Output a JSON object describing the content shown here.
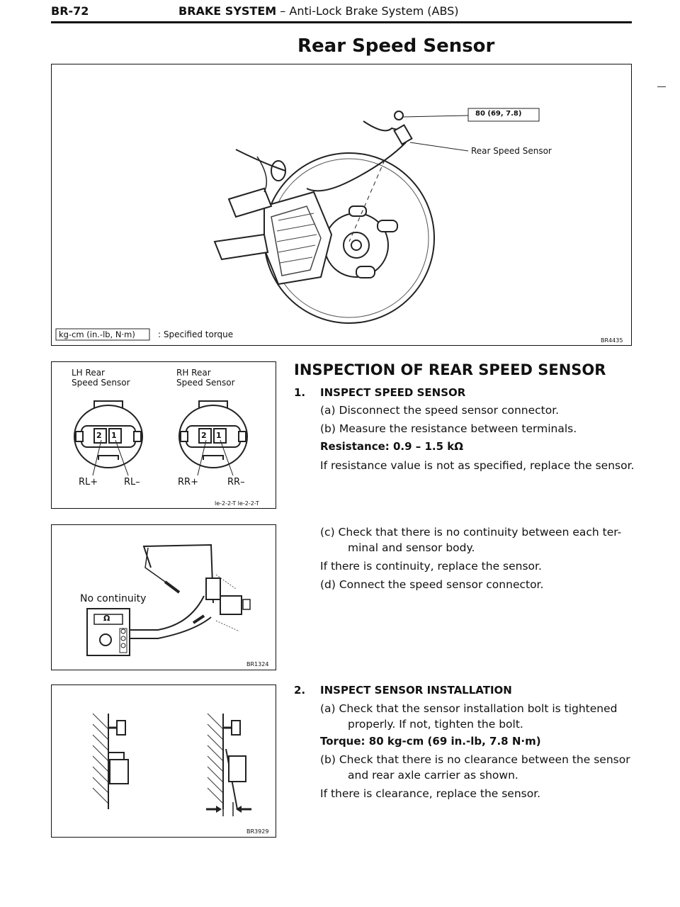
{
  "header": {
    "page_code": "BR-72",
    "section": "BRAKE SYSTEM",
    "subsection": "– Anti-Lock Brake System (ABS)"
  },
  "page_title": "Rear Speed Sensor",
  "figure_top": {
    "torque_label": "80 (69, 7.8)",
    "part_label": "Rear Speed Sensor",
    "legend_box": "kg-cm (in.-lb, N·m)",
    "legend_text": ": Specified torque",
    "code": "BR4435"
  },
  "figure_connectors": {
    "lh_title": "LH Rear\nSpeed Sensor",
    "rh_title": "RH Rear\nSpeed Sensor",
    "pin_2": "2",
    "pin_1": "1",
    "lh_plus": "RL+",
    "lh_minus": "RL–",
    "rh_plus": "RR+",
    "rh_minus": "RR–",
    "code": "le-2-2-T le-2-2-T"
  },
  "figure_continuity": {
    "label": "No continuity",
    "meter_symbol": "Ω",
    "code": "BR1324"
  },
  "figure_install": {
    "code": "BR3929"
  },
  "inspection": {
    "heading": "INSPECTION OF REAR SPEED SENSOR",
    "step1": {
      "num": "1.",
      "title": "INSPECT SPEED SENSOR"
    },
    "a": "(a)  Disconnect the speed sensor connector.",
    "b": "(b)  Measure the resistance between terminals.",
    "resistance": "Resistance:   0.9 – 1.5 kΩ",
    "resistance_note": "If resistance value is not as specified, replace the sensor.",
    "c_line1": "(c)  Check that there is no continuity between each ter-",
    "c_line2": "minal and sensor body.",
    "c_note": "If there is continuity, replace the sensor.",
    "d": "(d)  Connect the speed sensor connector.",
    "step2": {
      "num": "2.",
      "title": "INSPECT SENSOR INSTALLATION"
    },
    "s2a_line1": "(a)  Check that the sensor installation bolt is tightened",
    "s2a_line2": "properly. If not, tighten the bolt.",
    "torque": "Torque:   80 kg-cm (69 in.-lb, 7.8 N·m)",
    "s2b_line1": "(b)  Check that there is no clearance between the sensor",
    "s2b_line2": "and rear axle carrier as shown.",
    "s2b_note": "If there is clearance, replace the sensor."
  }
}
